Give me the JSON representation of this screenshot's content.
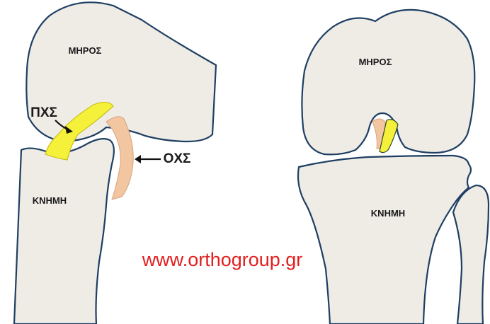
{
  "left_view": {
    "femur_label": "ΜΗΡΟΣ",
    "tibia_label": "ΚΝΗΜΗ",
    "pcl_label": "ΠΧΣ",
    "acl_label": "ΟΧΣ"
  },
  "right_view": {
    "femur_label": "ΜΗΡΟΣ",
    "tibia_label": "ΚΝΗΜΗ"
  },
  "watermark": "www.orthogroup.gr",
  "colors": {
    "bone_fill": "#efece6",
    "bone_outline": "#1f3f63",
    "pcl_ligament": "#f5f03a",
    "acl_ligament": "#f2c6a1",
    "watermark": "#e31e1e"
  }
}
